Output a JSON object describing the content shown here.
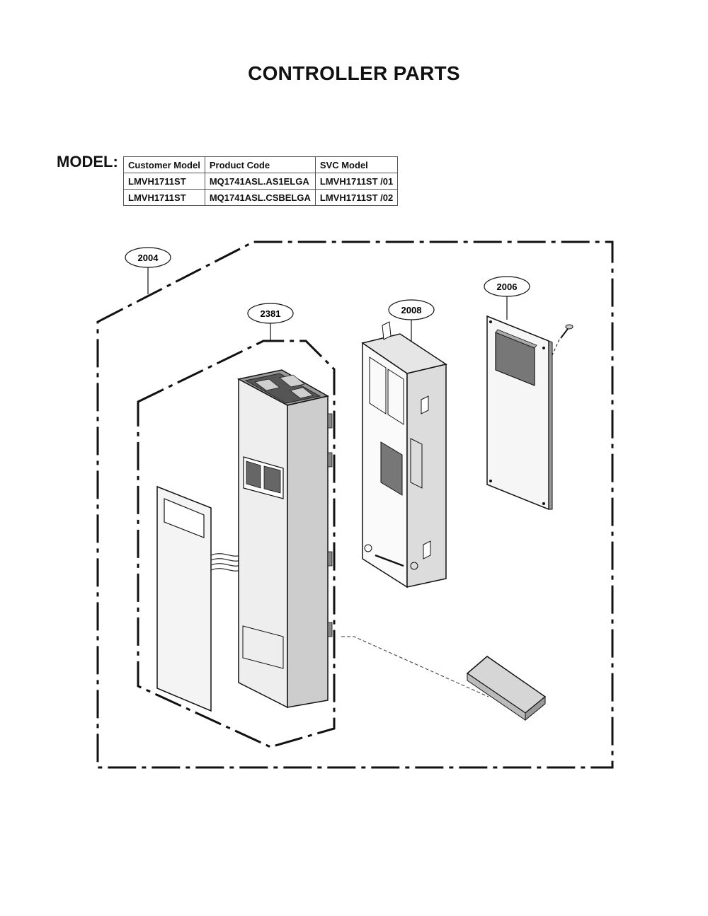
{
  "title": "CONTROLLER PARTS",
  "model_label": "MODEL:",
  "model_table": {
    "headers": [
      "Customer Model",
      "Product Code",
      "SVC Model"
    ],
    "rows": [
      [
        "LMVH1711ST",
        "MQ1741ASL.AS1ELGA",
        "LMVH1711ST /01"
      ],
      [
        "LMVH1711ST",
        "MQ1741ASL.CSBELGA",
        "LMVH1711ST /02"
      ]
    ]
  },
  "callouts": {
    "assembly": "2004",
    "front_frame": "2381",
    "bracket": "2008",
    "pcb": "2006"
  }
}
